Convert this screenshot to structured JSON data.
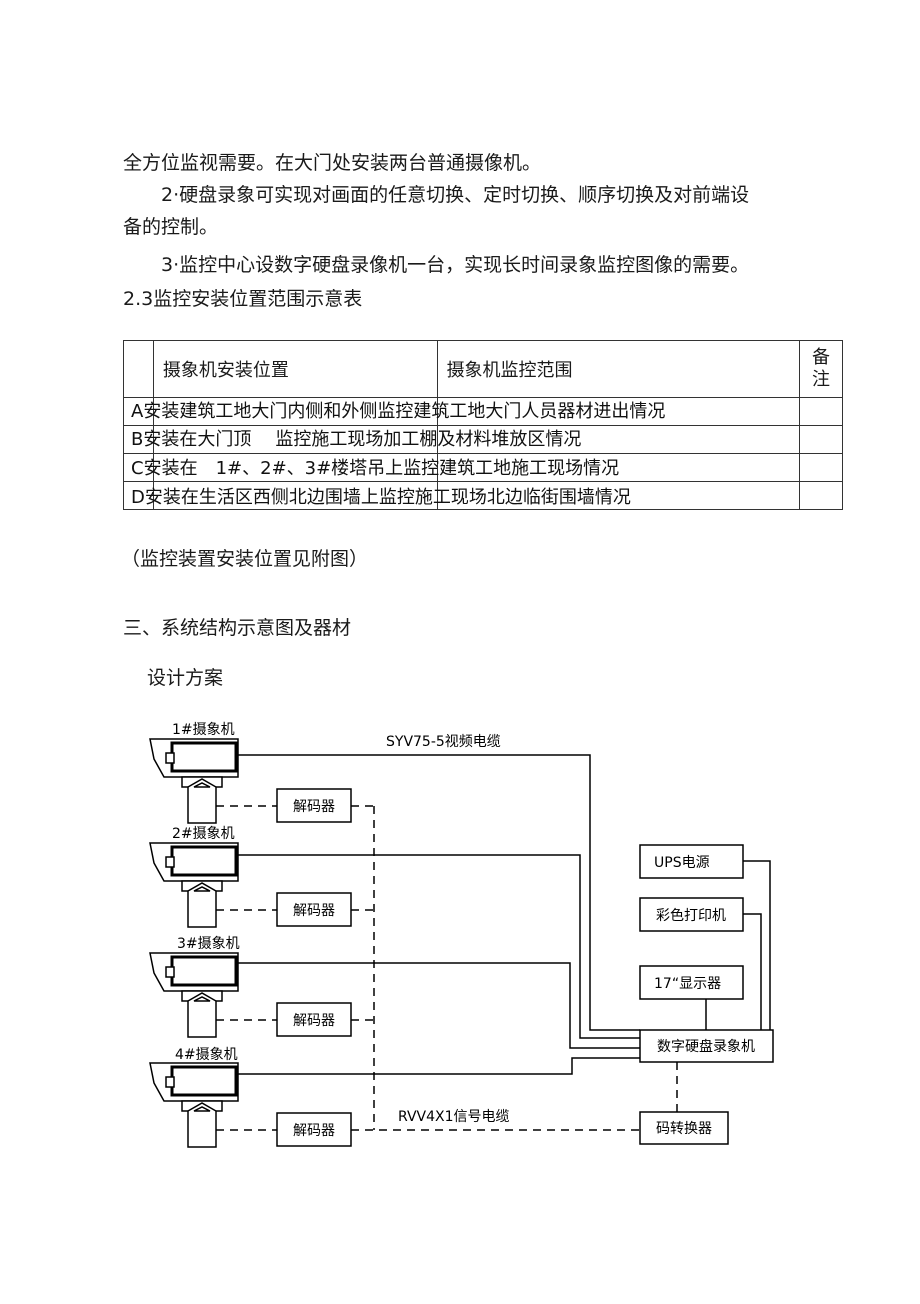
{
  "paragraphs": {
    "p1": "全方位监视需要。在大门处安装两台普通摄像机。",
    "p2_line1": "2·硬盘录象可实现对画面的任意切换、定时切换、顺序切换及对前端设",
    "p2_line2": "备的控制。",
    "p3": "3·监控中心设数字硬盘录像机一台，实现长时间录象监控图像的需要。"
  },
  "section_23_title": "2.3监控安装位置范围示意表",
  "table": {
    "headers": [
      "摄象机安装位置",
      "摄象机监控范围",
      "备",
      "注"
    ],
    "rows": [
      {
        "id": "A",
        "location": "安装建筑工地大门内侧和外侧",
        "range": "监控建筑工地大门人员器材进出情况"
      },
      {
        "id": "B",
        "location": "安装在大门顶",
        "range": "监控施工现场加工棚及材料堆放区情况"
      },
      {
        "id": "C",
        "location": "安装在　1#、2#、3#楼塔吊上",
        "range": "监控建筑工地施工现场情况"
      },
      {
        "id": "D",
        "location": "安装在生活区西侧北边围墙上",
        "range": "监控施工现场北边临街围墙情况"
      }
    ]
  },
  "table_note": "（监控装置安装位置见附图）",
  "section3_title": "三、系统结构示意图及器材",
  "design_title": "设计方案",
  "diagram": {
    "cameras": [
      "1#摄象机",
      "2#摄象机",
      "3#摄象机",
      "4#摄象机"
    ],
    "decoder_label": "解码器",
    "video_cable": "SYV75-5视频电缆",
    "signal_cable": "RVV4X1信号电缆",
    "ups": "UPS电源",
    "printer": "彩色打印机",
    "monitor": "17“显示器",
    "dvr": "数字硬盘录象机",
    "converter": "码转换器"
  }
}
